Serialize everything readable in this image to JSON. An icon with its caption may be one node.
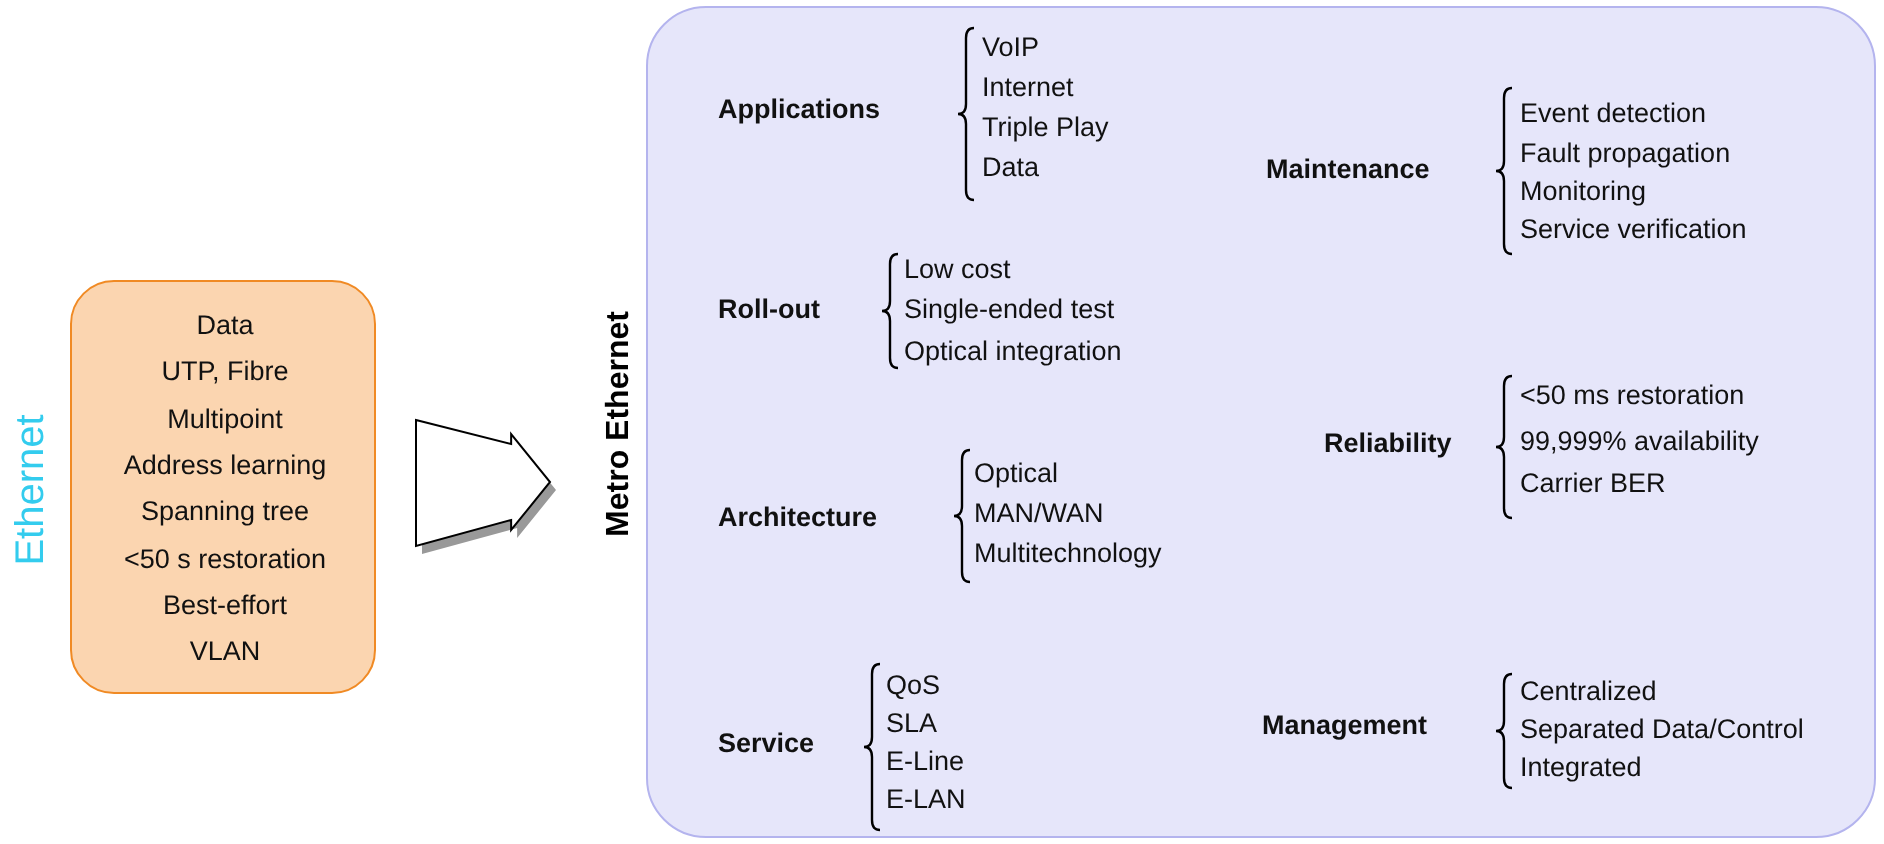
{
  "diagram": {
    "nodes": [
      {
        "text": [
          "Ethernet",
          "Data",
          "UTP, Fibre",
          "Multipoint",
          "Address learning",
          "Spanning tree",
          "<50 s restoration",
          "Best-effort",
          "VLAN"
        ]
      },
      {
        "text": [
          "Metro Ethernet"
        ]
      }
    ],
    "edges": [
      {
        "from": 0,
        "to": 1,
        "arrow": "to"
      }
    ],
    "labels": [
      "Applications",
      "VoIP",
      "Internet",
      "Triple Play",
      "Data",
      "Maintenance",
      "Event detection",
      "Fault propagation",
      "Monitoring",
      "Service verification",
      "Roll-out",
      "Low cost",
      "Single-ended test",
      "Optical integration",
      "Reliability",
      "<50 ms restoration",
      "99,999% availability",
      "Carrier BER",
      "Architecture",
      "Optical",
      "MAN/WAN",
      "Multitechnology",
      "Service",
      "QoS",
      "SLA",
      "E-Line",
      "E-LAN",
      "Management",
      "Centralized",
      "Separated Data/Control",
      "Integrated"
    ]
  }
}
